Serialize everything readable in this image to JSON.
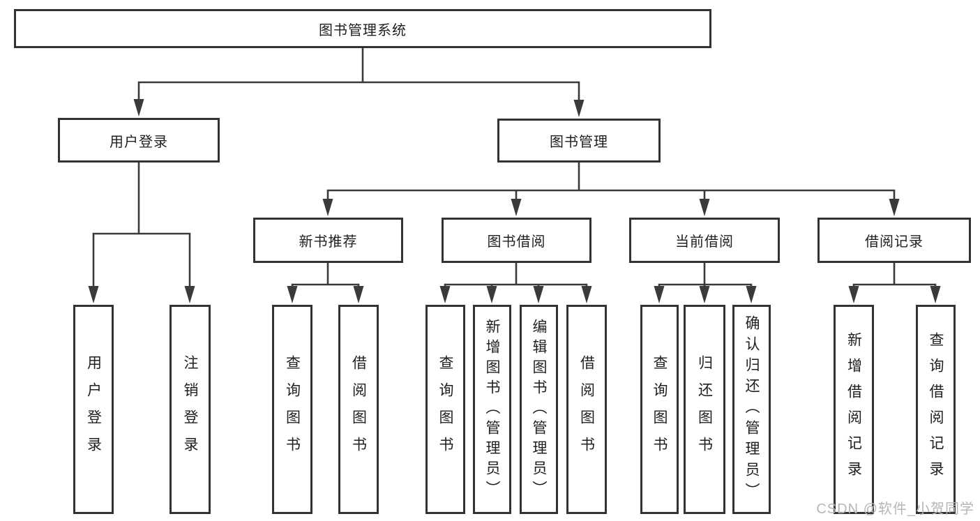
{
  "colors": {
    "line_color": "#3a3a3a",
    "border_color": "#333333",
    "watermark_color": "#b6b6b6"
  },
  "root": {
    "label": "图书管理系统"
  },
  "level2": [
    {
      "label": "用户登录"
    },
    {
      "label": "图书管理"
    }
  ],
  "level3": [
    {
      "label": "新书推荐"
    },
    {
      "label": "图书借阅"
    },
    {
      "label": "当前借阅"
    },
    {
      "label": "借阅记录"
    }
  ],
  "leaves": {
    "login": [
      "用户登录",
      "注销登录"
    ],
    "recommend": [
      "查询图书",
      "借阅图书"
    ],
    "borrow": [
      "查询图书",
      "新增图书（管理员）",
      "编辑图书（管理员）",
      "借阅图书"
    ],
    "current": [
      "查询图书",
      "归还图书",
      "确认归还（管理员）"
    ],
    "records": [
      "新增借阅记录",
      "查询借阅记录"
    ]
  },
  "watermark": {
    "text": "CSDN @软件_小贺同学"
  }
}
